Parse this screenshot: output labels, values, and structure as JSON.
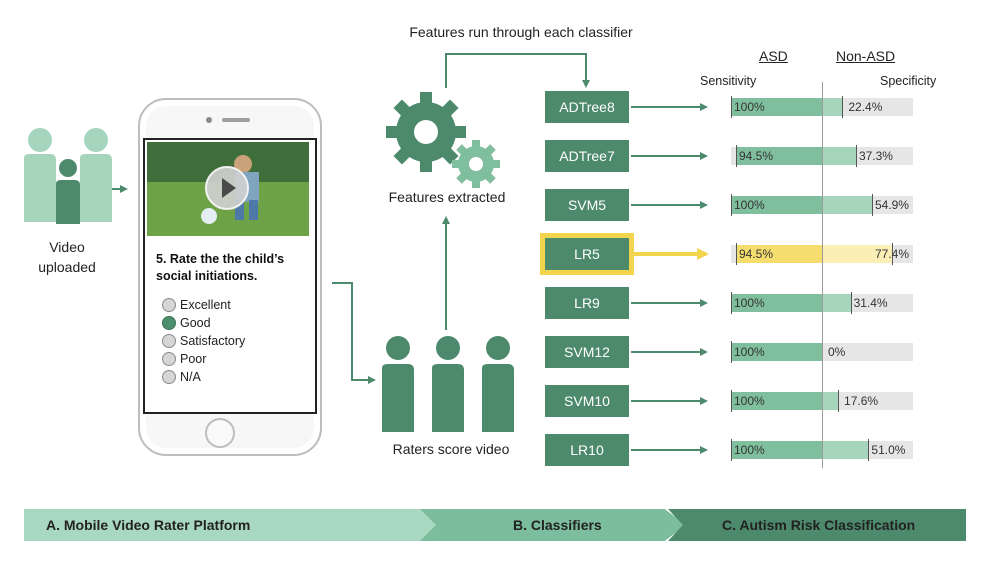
{
  "left": {
    "video_label_line1": "Video",
    "video_label_line2": "uploaded"
  },
  "phone": {
    "question": "5. Rate the the child’s social initiations.",
    "options": [
      {
        "label": "Excellent",
        "selected": false
      },
      {
        "label": "Good",
        "selected": true
      },
      {
        "label": "Satisfactory",
        "selected": false
      },
      {
        "label": "Poor",
        "selected": false
      },
      {
        "label": "N/A",
        "selected": false
      }
    ]
  },
  "middle": {
    "top_label": "Features run through each classifier",
    "features_label": "Features extracted",
    "raters_label": "Raters score video"
  },
  "header": {
    "asd": "ASD",
    "non_asd": "Non-ASD",
    "sensitivity": "Sensitivity",
    "specificity": "Specificity"
  },
  "classifiers": [
    {
      "name": "ADTree8",
      "sensitivity": "100%",
      "specificity": "22.4%",
      "sens_value": 100,
      "spec_value": 22.4,
      "highlight": false
    },
    {
      "name": "ADTree7",
      "sensitivity": "94.5%",
      "specificity": "37.3%",
      "sens_value": 94.5,
      "spec_value": 37.3,
      "highlight": false
    },
    {
      "name": "SVM5",
      "sensitivity": "100%",
      "specificity": "54.9%",
      "sens_value": 100,
      "spec_value": 54.9,
      "highlight": false
    },
    {
      "name": "LR5",
      "sensitivity": "94.5%",
      "specificity": "77.4%",
      "sens_value": 94.5,
      "spec_value": 77.4,
      "highlight": true
    },
    {
      "name": "LR9",
      "sensitivity": "100%",
      "specificity": "31.4%",
      "sens_value": 100,
      "spec_value": 31.4,
      "highlight": false
    },
    {
      "name": "SVM12",
      "sensitivity": "100%",
      "specificity": "0%",
      "sens_value": 100,
      "spec_value": 0,
      "highlight": false
    },
    {
      "name": "SVM10",
      "sensitivity": "100%",
      "specificity": "17.6%",
      "sens_value": 100,
      "spec_value": 17.6,
      "highlight": false
    },
    {
      "name": "LR10",
      "sensitivity": "100%",
      "specificity": "51.0%",
      "sens_value": 100,
      "spec_value": 51.0,
      "highlight": false
    }
  ],
  "banner": {
    "a": "A. Mobile Video Rater Platform",
    "b": "B. Classifiers",
    "c": "C. Autism Risk Classification"
  },
  "colors": {
    "dark_green": "#4d8a6c",
    "mid_green": "#7fbf9d",
    "light_green": "#a6d5bb",
    "pale_green": "#a9d8c1",
    "highlight_yellow": "#f2d44d",
    "highlight_sens": "#f5de6e",
    "highlight_spec": "#fbefb5",
    "bar_bg": "#e6e6e6"
  },
  "icons": [
    "person-icon",
    "gear-icon",
    "play-icon",
    "arrow-icon"
  ]
}
